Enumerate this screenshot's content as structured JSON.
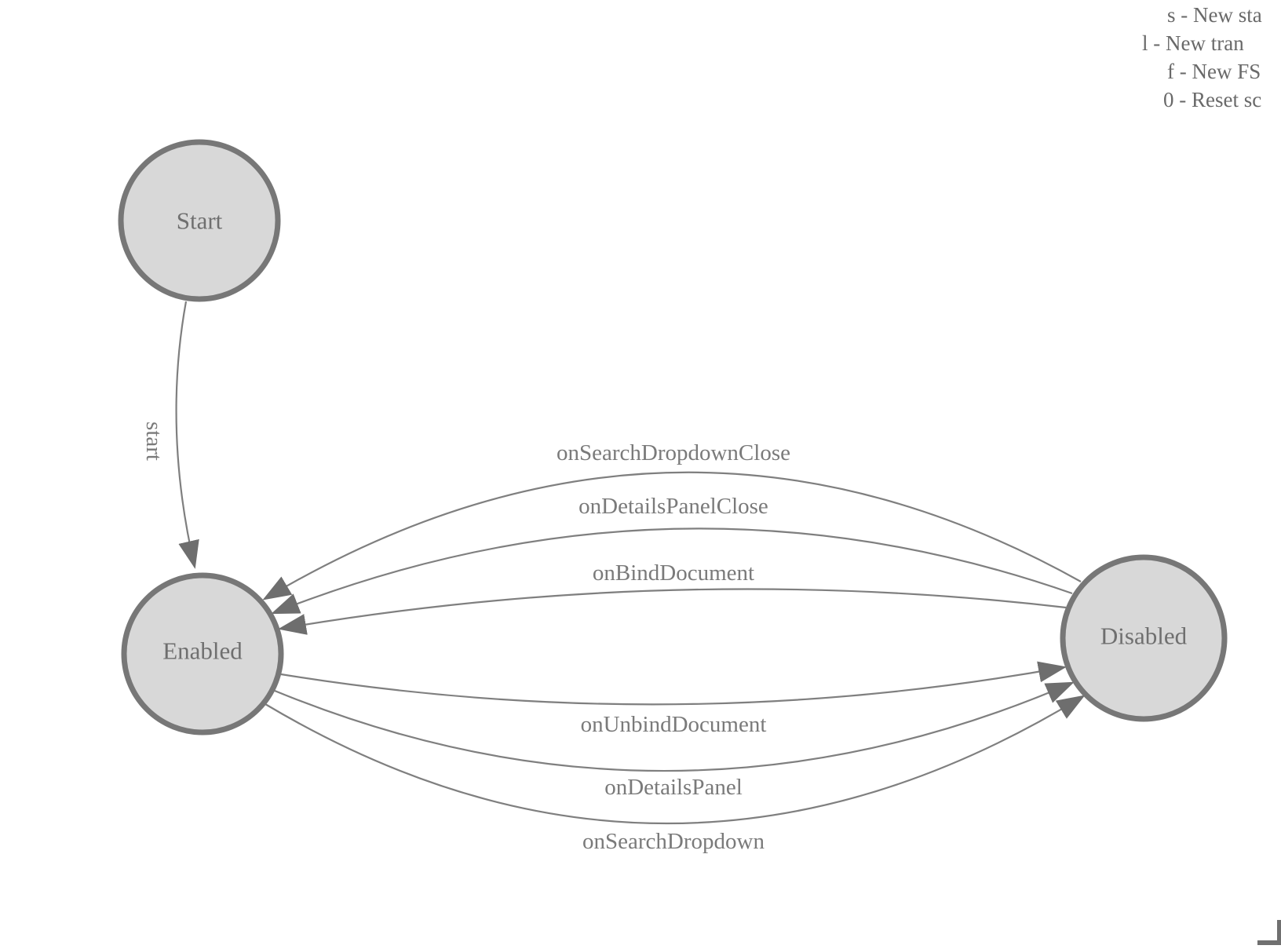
{
  "legend": {
    "lines": [
      "s - New sta",
      "l - New tran",
      "f - New FS",
      "0 - Reset sc"
    ]
  },
  "fsm": {
    "states": [
      {
        "label": "Start"
      },
      {
        "label": "Enabled"
      },
      {
        "label": "Disabled"
      }
    ],
    "transitions": [
      {
        "label": "start",
        "from": "Start",
        "to": "Enabled"
      },
      {
        "label": "onSearchDropdownClose",
        "from": "Disabled",
        "to": "Enabled"
      },
      {
        "label": "onDetailsPanelClose",
        "from": "Disabled",
        "to": "Enabled"
      },
      {
        "label": "onBindDocument",
        "from": "Disabled",
        "to": "Enabled"
      },
      {
        "label": "onUnbindDocument",
        "from": "Enabled",
        "to": "Disabled"
      },
      {
        "label": "onDetailsPanel",
        "from": "Enabled",
        "to": "Disabled"
      },
      {
        "label": "onSearchDropdown",
        "from": "Enabled",
        "to": "Disabled"
      }
    ],
    "colors": {
      "node_fill": "#d8d8d8",
      "node_stroke": "#777777",
      "edge_stroke": "#7f7f7f",
      "arrow_fill": "#6e6e6e",
      "edge_label_text": "#7a7a7a",
      "node_label_text": "#6f6f6f",
      "legend_text": "#696969"
    }
  }
}
